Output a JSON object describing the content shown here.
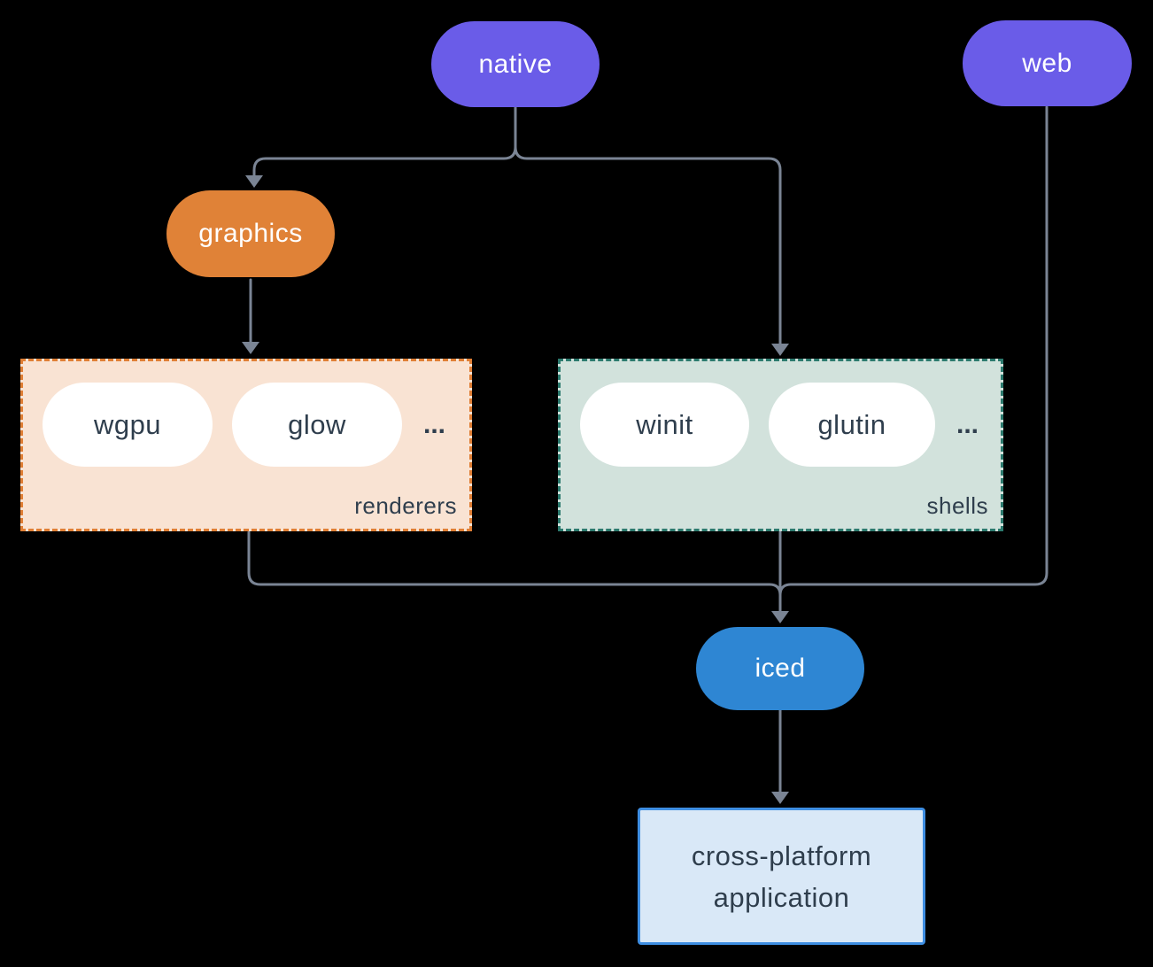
{
  "colors": {
    "background": "#000000",
    "node-purple": "#6A5CE8",
    "node-orange": "#E08237",
    "node-blue": "#2E86D3",
    "renderers-fill": "#F9E3D3",
    "renderers-border": "#E07F35",
    "shells-fill": "#D2E2DC",
    "shells-border": "#2C7A6E",
    "app-fill": "#D9E8F7",
    "app-border": "#3E8EE2",
    "pill-white": "#FFFFFF",
    "text-light": "#FFFFFF",
    "text-dark": "#2F3E4D",
    "connector": "#7A8494"
  },
  "nodes": {
    "native": "native",
    "web": "web",
    "graphics": "graphics",
    "iced": "iced",
    "application": "cross-platform application"
  },
  "groups": {
    "renderers": {
      "label": "renderers",
      "items": [
        "wgpu",
        "glow"
      ],
      "more": "..."
    },
    "shells": {
      "label": "shells",
      "items": [
        "winit",
        "glutin"
      ],
      "more": "..."
    }
  }
}
